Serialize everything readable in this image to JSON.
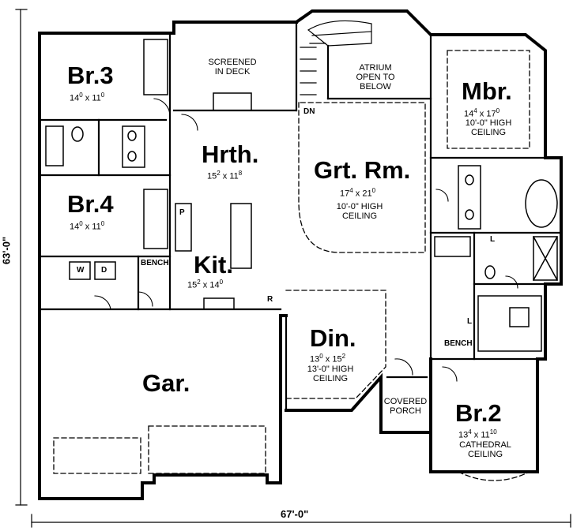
{
  "overall": {
    "width": "67'-0\"",
    "depth": "63'-0\""
  },
  "rooms": {
    "br3": {
      "name": "Br.3",
      "w": "14",
      "w_in": "0",
      "d": "11",
      "d_in": "0"
    },
    "br4": {
      "name": "Br.4",
      "w": "14",
      "w_in": "0",
      "d": "11",
      "d_in": "0"
    },
    "screened": {
      "line1": "SCREENED",
      "line2": "IN DECK"
    },
    "atrium": {
      "line1": "ATRIUM",
      "line2": "OPEN TO",
      "line3": "BELOW"
    },
    "hrth": {
      "name": "Hrth.",
      "w": "15",
      "w_in": "2",
      "d": "11",
      "d_in": "8"
    },
    "kit": {
      "name": "Kit.",
      "w": "15",
      "w_in": "2",
      "d": "14",
      "d_in": "0"
    },
    "grt": {
      "name": "Grt. Rm.",
      "w": "17",
      "w_in": "4",
      "d": "21",
      "d_in": "0",
      "note1": "10'-0\" HIGH",
      "note2": "CEILING"
    },
    "mbr": {
      "name": "Mbr.",
      "w": "14",
      "w_in": "4",
      "d": "17",
      "d_in": "0",
      "note1": "10'-0\" HIGH",
      "note2": "CEILING"
    },
    "din": {
      "name": "Din.",
      "w": "13",
      "w_in": "0",
      "d": "15",
      "d_in": "2",
      "note1": "13'-0\" HIGH",
      "note2": "CEILING"
    },
    "gar": {
      "name": "Gar."
    },
    "porch": {
      "line1": "COVERED",
      "line2": "PORCH"
    },
    "br2": {
      "name": "Br.2",
      "w": "13",
      "w_in": "4",
      "d": "11",
      "d_in": "10",
      "note1": "CATHEDRAL",
      "note2": "CEILING"
    }
  },
  "tags": {
    "bench1": "BENCH",
    "bench2": "BENCH",
    "washer": "W",
    "dryer": "D",
    "pantry": "P",
    "range": "R",
    "down": "DN",
    "linen1": "L",
    "linen2": "L"
  }
}
